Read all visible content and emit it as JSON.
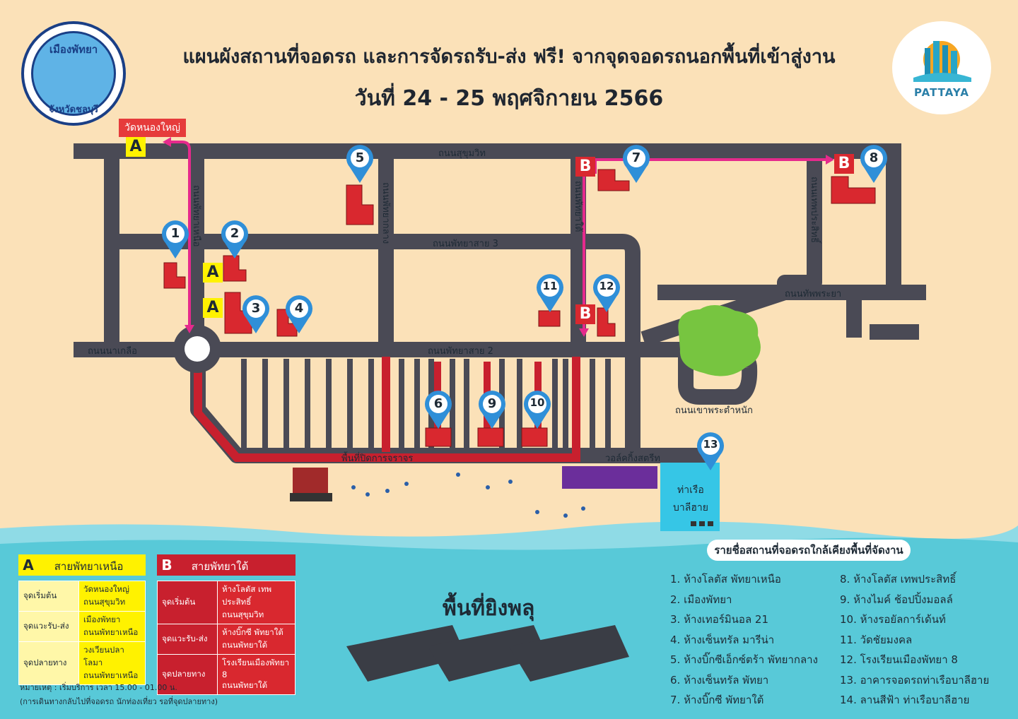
{
  "header": {
    "title": "แผนผังสถานที่จอดรถ และการจัดรถรับ-ส่ง ฟรี! จากจุดจอดรถนอกพื้นที่เข้าสู่งาน",
    "date": "วันที่ 24 - 25 พฤศจิกายน 2566"
  },
  "logos": {
    "left_top": "เมืองพัทยา",
    "left_bottom": "จังหวัดชลบุรี",
    "right": "PATTAYA"
  },
  "roads": {
    "sukhumvit": "ถนนสุขุมวิท",
    "pattaya_north": "ถนนพัทยาเหนือ",
    "pattaya_klang": "ถนนพัทยากลาง",
    "pattaya_tai": "ถนนพัทยาใต้",
    "thepprasit": "ถนนเทพประสิทธิ์",
    "pattaya_sai3": "ถนนพัทยาสาย 3",
    "thappraya": "ถนนทัพพระยา",
    "naklua": "ถนนนาเกลือ",
    "pattaya_sai2": "ถนนพัทยาสาย 2",
    "khaophratamnak": "ถนนเขาพระตำหนัก",
    "closed_area": "พื้นที่ปิดการจราจร",
    "walking_street": "วอล์คกิ้งสตรีท"
  },
  "map_labels": {
    "wat_nong_yai": "วัดหนองใหญ่",
    "pier_line1": "ท่าเรือ",
    "pier_line2": "บาลีฮาย",
    "fireworks_area": "พื้นที่ยิงพลุ"
  },
  "badges": {
    "a": "A",
    "b": "B"
  },
  "pins": [
    "1",
    "2",
    "3",
    "4",
    "5",
    "6",
    "7",
    "8",
    "9",
    "10",
    "11",
    "12",
    "13"
  ],
  "legend_a": {
    "letter": "A",
    "name": "สายพัทยาเหนือ",
    "rows": [
      {
        "label": "จุดเริ่มต้น",
        "line1": "วัดหนองใหญ่",
        "line2": "ถนนสุขุมวิท"
      },
      {
        "label": "จุดแวะรับ-ส่ง",
        "line1": "เมืองพัทยา",
        "line2": "ถนนพัทยาเหนือ"
      },
      {
        "label": "จุดปลายทาง",
        "line1": "วงเวียนปลาโลมา",
        "line2": "ถนนพัทยาเหนือ"
      }
    ]
  },
  "legend_b": {
    "letter": "B",
    "name": "สายพัทยาใต้",
    "rows": [
      {
        "label": "จุดเริ่มต้น",
        "line1": "ห้างโลตัส เทพประสิทธิ์",
        "line2": "ถนนสุขุมวิท"
      },
      {
        "label": "จุดแวะรับ-ส่ง",
        "line1": "ห้างบิ๊กซี พัทยาใต้",
        "line2": "ถนนพัทยาใต้"
      },
      {
        "label": "จุดปลายทาง",
        "line1": "โรงเรียนเมืองพัทยา 8",
        "line2": "ถนนพัทยาใต้"
      }
    ]
  },
  "notes": {
    "line1": "หมายเหตุ : เริ่มบริการ เวลา 15.00 - 01.00 น.",
    "line2": "(การเดินทางกลับไปที่จอดรถ นักท่องเที่ยว รอที่จุดปลายทาง)"
  },
  "parking_list": {
    "title": "รายชื่อสถานที่จอดรถใกล้เคียงพื้นที่จัดงาน",
    "items": [
      "1. ห้างโลตัส พัทยาเหนือ",
      "2. เมืองพัทยา",
      "3. ห้างเทอร์มินอล 21",
      "4. ห้างเซ็นทรัล มารีน่า",
      "5. ห้างบิ๊กซีเอ็กซ์ตร้า พัทยากลาง",
      "6. ห้างเซ็นทรัล พัทยา",
      "7. ห้างบิ๊กซี พัทยาใต้",
      "8. ห้างโลตัส เทพประสิทธิ์",
      "9. ห้างไมค์ ช้อปปิ้งมอลล์",
      "10. ห้างรอยัลการ์เด้นท์",
      "11. วัดชัยมงคล",
      "12. โรงเรียนเมืองพัทยา 8",
      "13. อาคารจอดรถท่าเรือบาลีฮาย",
      "14. ลานสีฟ้า ท่าเรือบาลีฮาย"
    ]
  },
  "colors": {
    "background": "#fbe1b8",
    "road": "#4a4a55",
    "closed_road": "#c8202e",
    "route": "#e52a8c",
    "pin": "#2f8fd8",
    "sea": "#58c9d8",
    "legend_a": "#fff200",
    "legend_b": "#c8202e"
  }
}
